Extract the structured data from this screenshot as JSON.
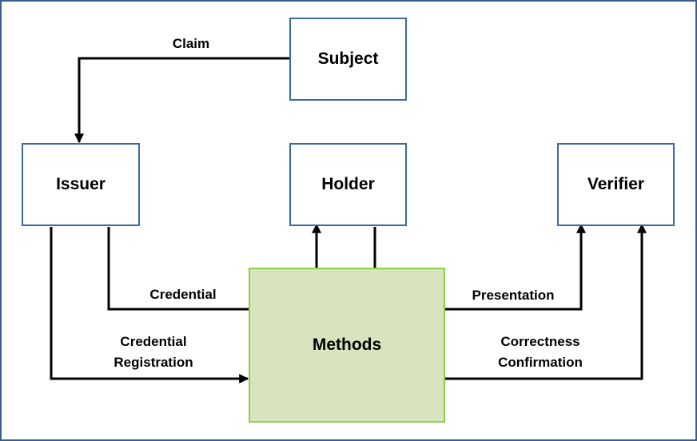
{
  "nodes": {
    "subject": "Subject",
    "issuer": "Issuer",
    "holder": "Holder",
    "verifier": "Verifier",
    "methods": "Methods"
  },
  "edges": {
    "claim": "Claim",
    "credential": "Credential",
    "credential_registration": "Credential\nRegistration",
    "presentation": "Presentation",
    "correctness_confirmation": "Correctness\nConfirmation"
  },
  "colors": {
    "node_border": "#3b6aa0",
    "methods_fill": "#d7e4bd",
    "methods_border": "#8cd04e",
    "frame_border": "#3a5f8f",
    "arrow": "#000000"
  }
}
